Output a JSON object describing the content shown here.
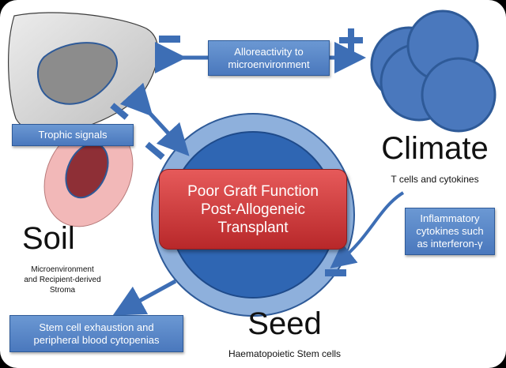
{
  "main": {
    "title_line1": "Poor Graft Function",
    "title_line2": "Post-Allogeneic",
    "title_line3": "Transplant"
  },
  "soil": {
    "title": "Soil",
    "sub_line1": "Microenvironment",
    "sub_line2": "and Recipient-derived",
    "sub_line3": "Stroma"
  },
  "seed": {
    "title": "Seed",
    "sub": "Haematopoietic Stem cells"
  },
  "climate": {
    "title": "Climate",
    "sub": "T cells and cytokines"
  },
  "boxes": {
    "alloreactivity_line1": "Alloreactivity to",
    "alloreactivity_line2": "microenvironment",
    "trophic": "Trophic signals",
    "inflammatory_line1": "Inflammatory",
    "inflammatory_line2": "cytokines such",
    "inflammatory_line3": "as interferon-γ",
    "exhaustion_line1": "Stem cell exhaustion and",
    "exhaustion_line2": "peripheral blood cytopenias"
  },
  "colors": {
    "accent_blue": "#4a78bd",
    "dark_blue": "#2e5a98",
    "red": "#c8302e",
    "dark_red": "#8e2f36",
    "pink": "#f2b8b8",
    "soil_gray": "#cfcfcf",
    "background": "#ffffff"
  }
}
